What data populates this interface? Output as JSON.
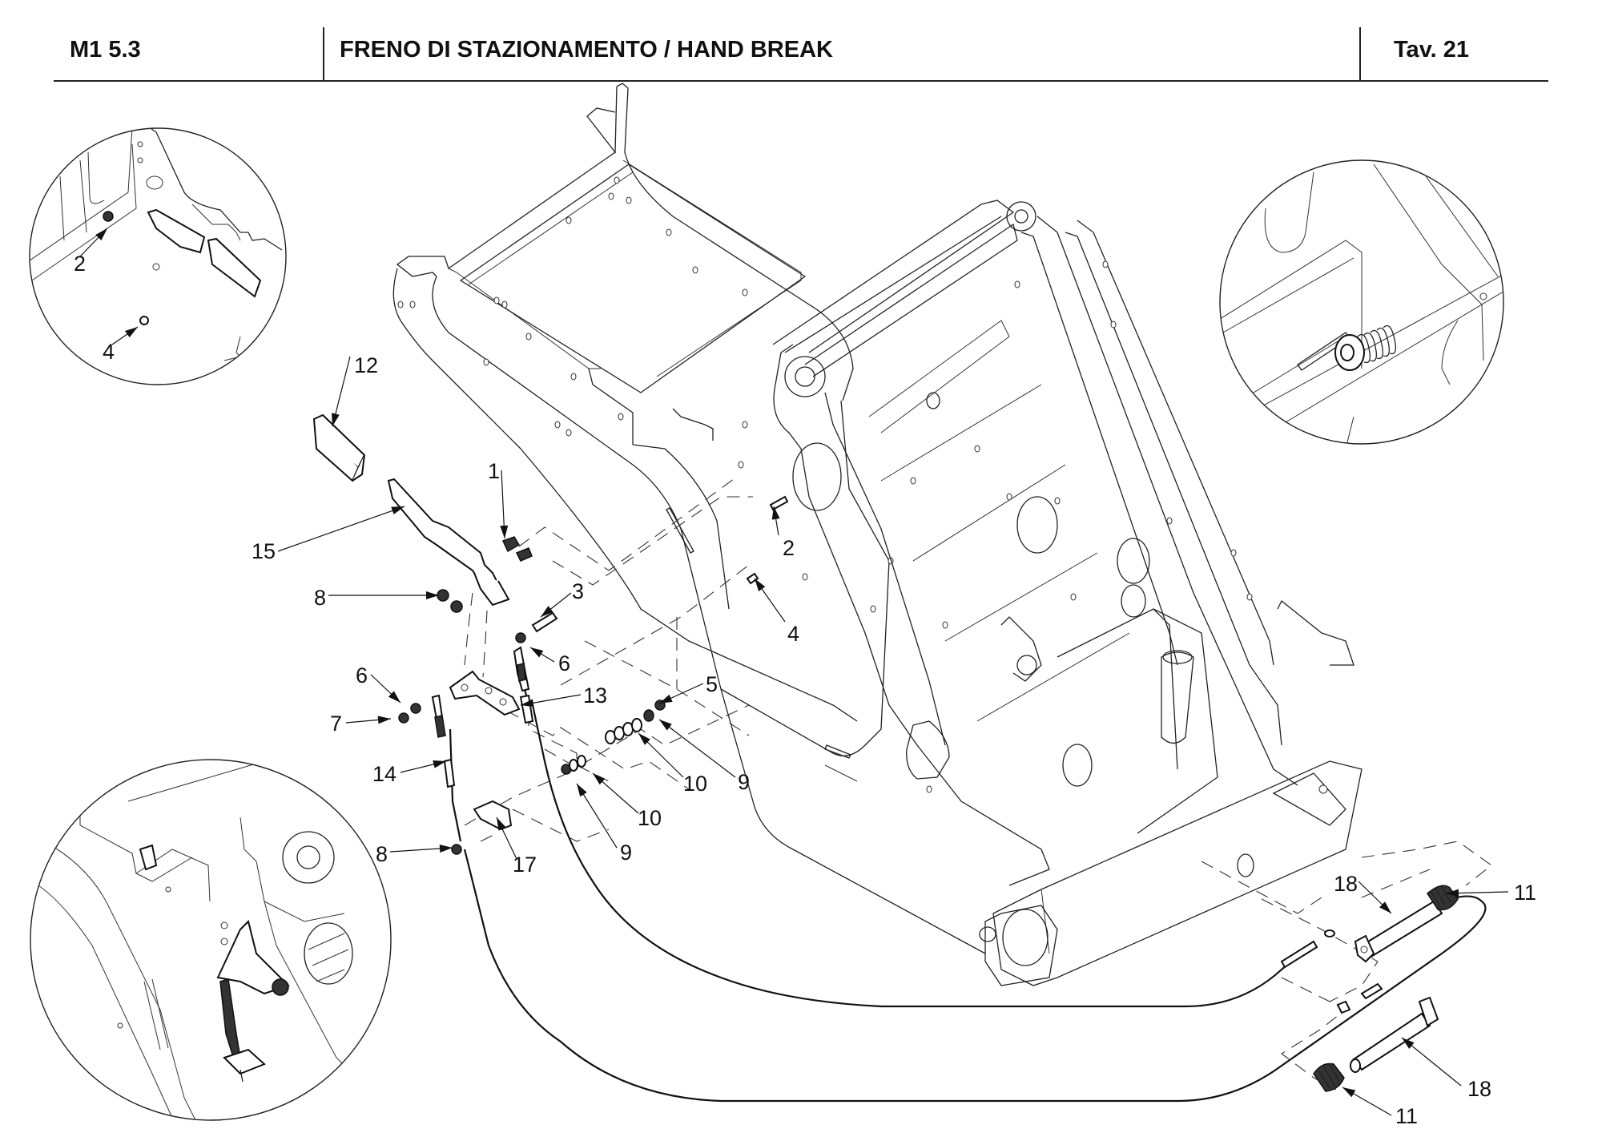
{
  "header": {
    "sheet_code": "M1 5.3",
    "title": "FRENO DI STAZIONAMENTO / HAND BREAK",
    "table_ref": "Tav.  21"
  },
  "drawing": {
    "description": "Exploded parts diagram of parking brake (hand brake) assembly on loader frame",
    "insets": [
      {
        "name": "inset-top-left",
        "callouts": [
          "2",
          "4"
        ]
      },
      {
        "name": "inset-top-right",
        "callouts": []
      },
      {
        "name": "inset-bottom-left",
        "callouts": []
      }
    ],
    "callouts": [
      {
        "id": "c-2-inset",
        "label": "2",
        "text": [
          92,
          338
        ],
        "leader": [
          [
            100,
            320
          ],
          [
            134,
            285
          ]
        ]
      },
      {
        "id": "c-4-inset",
        "label": "4",
        "text": [
          128,
          448
        ],
        "leader": [
          [
            140,
            430
          ],
          [
            172,
            408
          ]
        ]
      },
      {
        "id": "c-12",
        "label": "12",
        "text": [
          442,
          465
        ],
        "leader": [
          [
            437,
            445
          ],
          [
            415,
            532
          ]
        ]
      },
      {
        "id": "c-1",
        "label": "1",
        "text": [
          609,
          597
        ],
        "leader": [
          [
            626,
            587
          ],
          [
            630,
            672
          ]
        ]
      },
      {
        "id": "c-15",
        "label": "15",
        "text": [
          314,
          697
        ],
        "leader": [
          [
            347,
            688
          ],
          [
            505,
            632
          ]
        ]
      },
      {
        "id": "c-2",
        "label": "2",
        "text": [
          977,
          693
        ],
        "leader": [
          [
            972,
            668
          ],
          [
            966,
            632
          ]
        ]
      },
      {
        "id": "c-8-top",
        "label": "8",
        "text": [
          392,
          755
        ],
        "leader": [
          [
            410,
            743
          ],
          [
            548,
            743
          ]
        ]
      },
      {
        "id": "c-3",
        "label": "3",
        "text": [
          714,
          747
        ],
        "leader": [
          [
            713,
            740
          ],
          [
            675,
            770
          ]
        ]
      },
      {
        "id": "c-4",
        "label": "4",
        "text": [
          983,
          800
        ],
        "leader": [
          [
            980,
            776
          ],
          [
            942,
            722
          ]
        ]
      },
      {
        "id": "c-6-right",
        "label": "6",
        "text": [
          697,
          837
        ],
        "leader": [
          [
            692,
            826
          ],
          [
            662,
            808
          ]
        ]
      },
      {
        "id": "c-6-left",
        "label": "6",
        "text": [
          444,
          852
        ],
        "leader": [
          [
            463,
            842
          ],
          [
            500,
            877
          ]
        ]
      },
      {
        "id": "c-5",
        "label": "5",
        "text": [
          881,
          863
        ],
        "leader": [
          [
            878,
            853
          ],
          [
            823,
            878
          ]
        ]
      },
      {
        "id": "c-13",
        "label": "13",
        "text": [
          728,
          877
        ],
        "leader": [
          [
            725,
            867
          ],
          [
            650,
            880
          ]
        ]
      },
      {
        "id": "c-7",
        "label": "7",
        "text": [
          412,
          912
        ],
        "leader": [
          [
            432,
            902
          ],
          [
            488,
            897
          ]
        ]
      },
      {
        "id": "c-14",
        "label": "14",
        "text": [
          465,
          975
        ],
        "leader": [
          [
            500,
            964
          ],
          [
            557,
            950
          ]
        ]
      },
      {
        "id": "c-10-upper",
        "label": "10",
        "text": [
          853,
          987
        ],
        "leader": [
          [
            853,
            970
          ],
          [
            797,
            915
          ]
        ]
      },
      {
        "id": "c-9-upper",
        "label": "9",
        "text": [
          921,
          985
        ],
        "leader": [
          [
            918,
            970
          ],
          [
            823,
            898
          ]
        ]
      },
      {
        "id": "c-10-lower",
        "label": "10",
        "text": [
          796,
          1030
        ],
        "leader": [
          [
            797,
            1015
          ],
          [
            740,
            965
          ]
        ]
      },
      {
        "id": "c-9-lower",
        "label": "9",
        "text": [
          774,
          1073
        ],
        "leader": [
          [
            770,
            1058
          ],
          [
            720,
            978
          ]
        ]
      },
      {
        "id": "c-8-bottom",
        "label": "8",
        "text": [
          469,
          1075
        ],
        "leader": [
          [
            487,
            1063
          ],
          [
            565,
            1058
          ]
        ]
      },
      {
        "id": "c-17",
        "label": "17",
        "text": [
          640,
          1088
        ],
        "leader": [
          [
            645,
            1072
          ],
          [
            620,
            1020
          ]
        ]
      },
      {
        "id": "c-18-upper",
        "label": "18",
        "text": [
          1665,
          1112
        ],
        "leader": [
          [
            1696,
            1100
          ],
          [
            1737,
            1140
          ]
        ]
      },
      {
        "id": "c-11-upper",
        "label": "11",
        "text": [
          1890,
          1123
        ],
        "leader": [
          [
            1883,
            1113
          ],
          [
            1805,
            1115
          ]
        ]
      },
      {
        "id": "c-18-lower",
        "label": "18",
        "text": [
          1832,
          1368
        ],
        "leader": [
          [
            1824,
            1355
          ],
          [
            1750,
            1295
          ]
        ]
      },
      {
        "id": "c-11-lower",
        "label": "11",
        "text": [
          1742,
          1402
        ],
        "leader": [
          [
            1737,
            1392
          ],
          [
            1676,
            1357
          ]
        ]
      }
    ]
  },
  "colors": {
    "ink": "#111111",
    "paper": "#ffffff"
  }
}
